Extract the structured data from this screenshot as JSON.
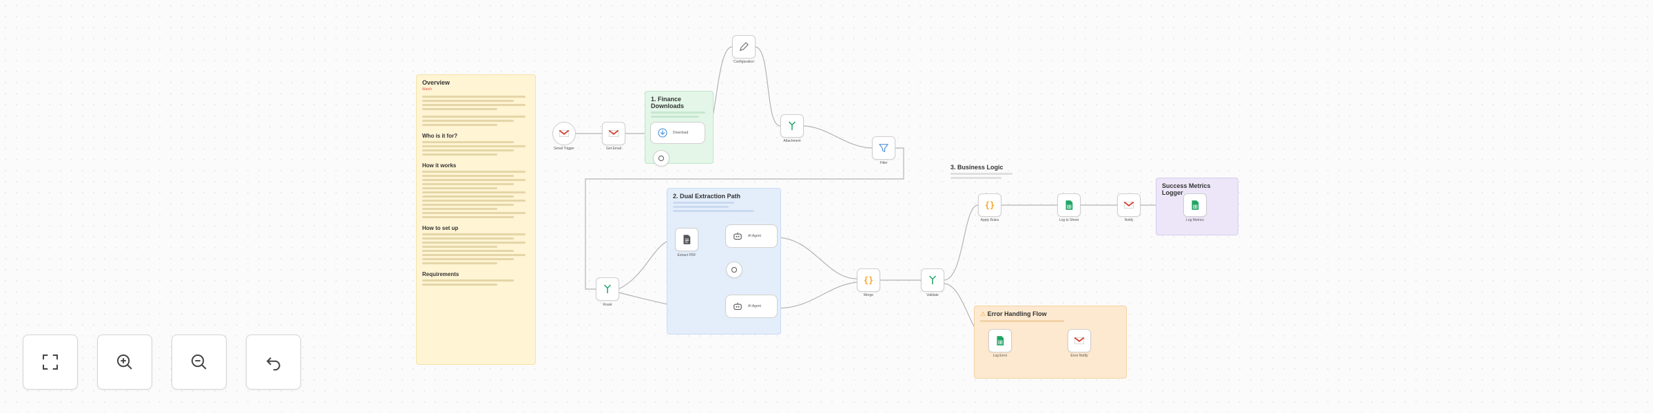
{
  "colors": {
    "accent_gmail": "#d44638",
    "accent_sheets": "#1fa463",
    "accent_warning": "#f5a623",
    "note_yellow": "#fff4d3",
    "note_green": "#e3f6e8",
    "note_blue": "#e4eefb",
    "note_orange": "#fde9cf",
    "note_purple": "#ece6f8"
  },
  "overview": {
    "title": "Overview",
    "link": "Watch",
    "sections": [
      "Who is it for?",
      "How it works",
      "How to set up",
      "Requirements"
    ]
  },
  "notes": {
    "finance": {
      "title": "1. Finance Downloads"
    },
    "dual": {
      "title": "2. Dual Extraction Path"
    },
    "business": {
      "title": "3. Business Logic"
    },
    "error": {
      "title": "Error Handling Flow"
    },
    "metrics": {
      "title": "Success Metrics Logger"
    }
  },
  "nodes": {
    "gmail_trigger": {
      "icon": "gmail-icon",
      "label": "Gmail Trigger"
    },
    "get_email": {
      "icon": "gmail-icon",
      "label": "Get Email"
    },
    "download": {
      "icon": "download-icon",
      "label": "Download"
    },
    "config": {
      "icon": "pencil-icon",
      "label": "Configuration"
    },
    "attachment_check": {
      "icon": "router-icon",
      "label": "Attachment"
    },
    "filter": {
      "icon": "filter-icon",
      "label": "Filter"
    },
    "extract_pdf": {
      "icon": "document-icon",
      "label": "Extract PDF"
    },
    "ai_agent_text": {
      "icon": "robot-icon",
      "label": "AI Agent"
    },
    "memory": {
      "icon": "memory-icon",
      "label": ""
    },
    "ai_agent_vision": {
      "icon": "robot-icon",
      "label": "AI Agent"
    },
    "route_by_type": {
      "icon": "router-icon",
      "label": "Route"
    },
    "merge": {
      "icon": "code-icon",
      "label": "Merge"
    },
    "validate": {
      "icon": "router-icon",
      "label": "Validate"
    },
    "apply_rules": {
      "icon": "code-icon",
      "label": "Apply Rules"
    },
    "log_sheet": {
      "icon": "sheets-icon",
      "label": "Log to Sheet"
    },
    "notify": {
      "icon": "gmail-icon",
      "label": "Notify"
    },
    "log_metrics": {
      "icon": "sheets-icon",
      "label": "Log Metrics"
    },
    "log_error": {
      "icon": "sheets-icon",
      "label": "Log Error"
    },
    "error_notify": {
      "icon": "gmail-icon",
      "label": "Error Notify"
    }
  },
  "controls": {
    "fit_view": {
      "icon": "fit-view-icon"
    },
    "zoom_in": {
      "icon": "zoom-in-icon"
    },
    "zoom_out": {
      "icon": "zoom-out-icon"
    },
    "undo": {
      "icon": "undo-icon"
    }
  }
}
